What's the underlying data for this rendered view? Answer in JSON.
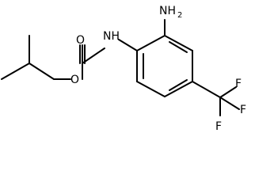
{
  "molecule": {
    "atoms": {
      "amine_top": {
        "symbol": "NH",
        "subscript": "2"
      },
      "amide_n": {
        "symbol": "NH"
      },
      "carbonyl_o": {
        "symbol": "O"
      },
      "ester_o": {
        "symbol": "O"
      },
      "fluorines": [
        "F",
        "F",
        "F"
      ]
    },
    "colors": {
      "bond": "#000000",
      "label": "#000000",
      "background": "#ffffff"
    }
  }
}
